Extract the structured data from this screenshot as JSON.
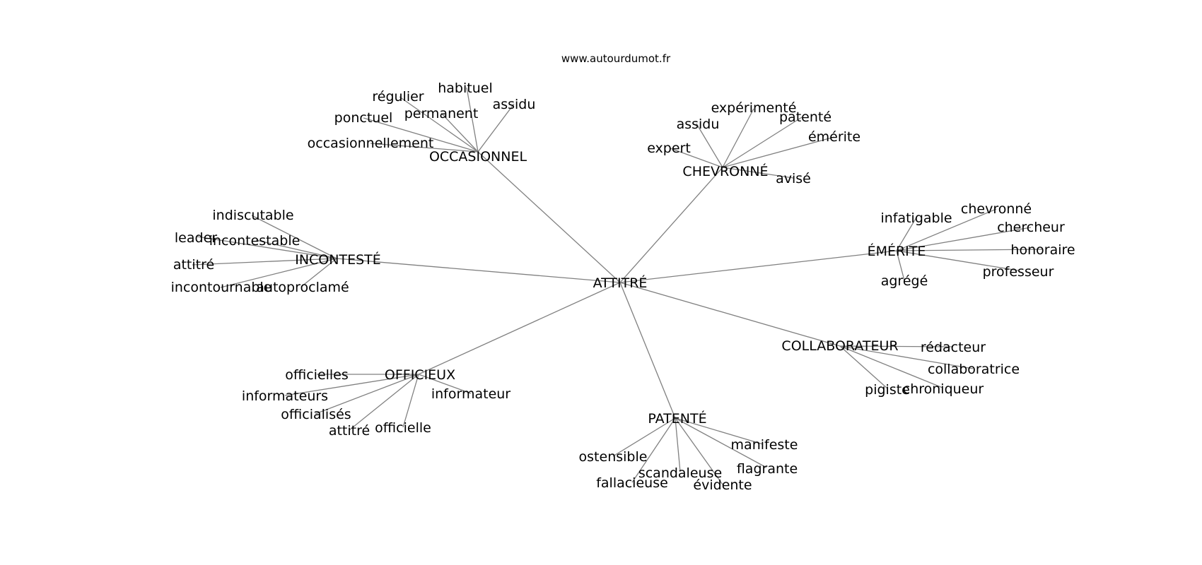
{
  "source": "www.autourdumot.fr",
  "graph": {
    "center": "ATTITRÉ",
    "clusters": [
      {
        "hub": "OCCASIONNEL",
        "leaves": [
          "habituel",
          "régulier",
          "assidu",
          "permanent",
          "ponctuel",
          "occasionnellement"
        ]
      },
      {
        "hub": "CHEVRONNÉ",
        "leaves": [
          "expérimenté",
          "patenté",
          "assidu",
          "émérite",
          "expert",
          "avisé"
        ]
      },
      {
        "hub": "INCONTESTÉ",
        "leaves": [
          "indiscutable",
          "leader",
          "incontestable",
          "attitré",
          "incontournable",
          "autoproclamé"
        ]
      },
      {
        "hub": "ÉMÉRITE",
        "leaves": [
          "infatigable",
          "chevronné",
          "chercheur",
          "honoraire",
          "professeur",
          "agrégé"
        ]
      },
      {
        "hub": "COLLABORATEUR",
        "leaves": [
          "rédacteur",
          "collaboratrice",
          "pigiste",
          "chroniqueur"
        ]
      },
      {
        "hub": "OFFICIEUX",
        "leaves": [
          "officielles",
          "informateurs",
          "informateur",
          "officialisés",
          "officielle",
          "attitré"
        ]
      },
      {
        "hub": "PATENTÉ",
        "leaves": [
          "manifeste",
          "ostensible",
          "flagrante",
          "scandaleuse",
          "fallacieuse",
          "évidente"
        ]
      }
    ]
  }
}
